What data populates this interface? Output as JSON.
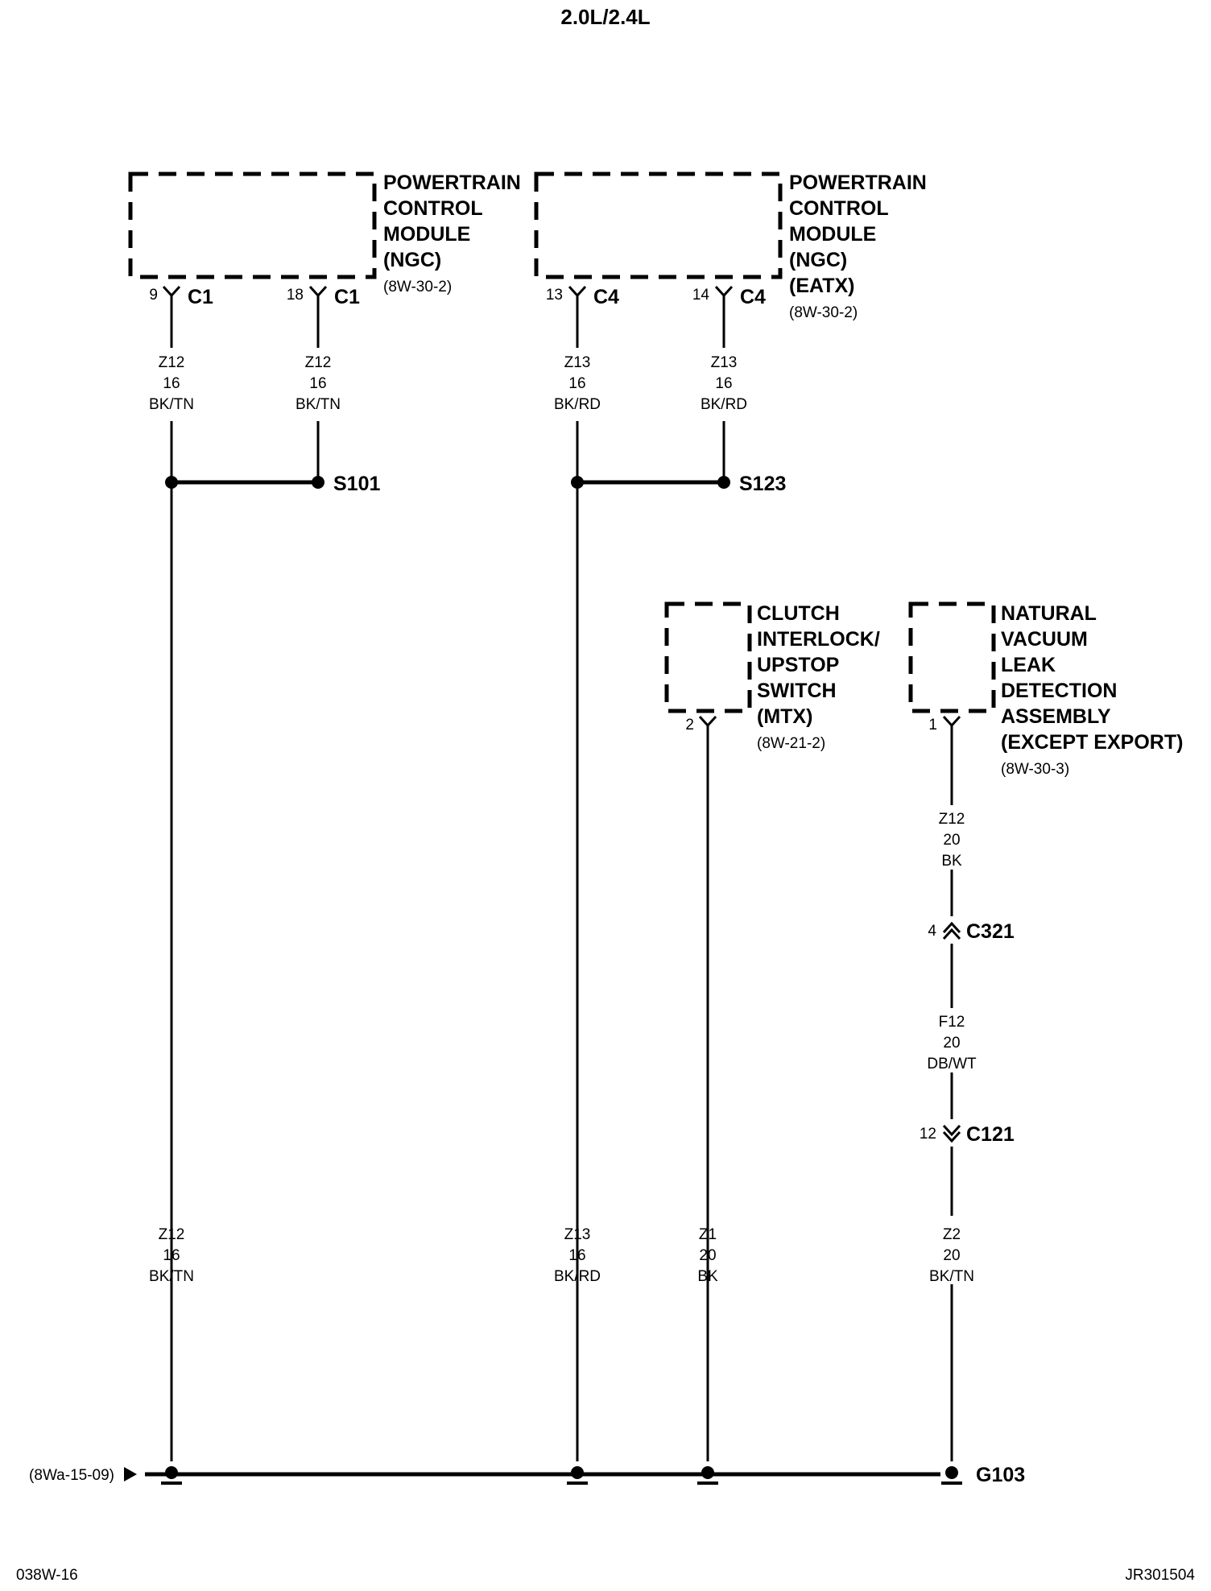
{
  "title": "2.0L/2.4L",
  "footer": {
    "left": "038W-16",
    "right": "JR301504"
  },
  "components": {
    "pcm1": {
      "lines": [
        "POWERTRAIN",
        "CONTROL",
        "MODULE",
        "(NGC)"
      ],
      "ref": "(8W-30-2)"
    },
    "pcm2": {
      "lines": [
        "POWERTRAIN",
        "CONTROL",
        "MODULE",
        "(NGC)",
        "(EATX)"
      ],
      "ref": "(8W-30-2)"
    },
    "clutch": {
      "lines": [
        "CLUTCH",
        "INTERLOCK/",
        "UPSTOP",
        "SWITCH",
        "(MTX)"
      ],
      "ref": "(8W-21-2)"
    },
    "nvld": {
      "lines": [
        "NATURAL",
        "VACUUM",
        "LEAK",
        "DETECTION",
        "ASSEMBLY",
        "(EXCEPT EXPORT)"
      ],
      "ref": "(8W-30-3)"
    }
  },
  "pins": {
    "p1": {
      "pin": "9",
      "conn": "C1"
    },
    "p2": {
      "pin": "18",
      "conn": "C1"
    },
    "p3": {
      "pin": "13",
      "conn": "C4"
    },
    "p4": {
      "pin": "14",
      "conn": "C4"
    },
    "p5": {
      "pin": "2"
    },
    "p6": {
      "pin": "1"
    }
  },
  "inline_connectors": {
    "c321": {
      "pin": "4",
      "name": "C321"
    },
    "c121": {
      "pin": "12",
      "name": "C121"
    }
  },
  "wires": {
    "w1": [
      "Z12",
      "16",
      "BK/TN"
    ],
    "w2": [
      "Z12",
      "16",
      "BK/TN"
    ],
    "w3": [
      "Z13",
      "16",
      "BK/RD"
    ],
    "w4": [
      "Z13",
      "16",
      "BK/RD"
    ],
    "w5": [
      "Z12",
      "20",
      "BK"
    ],
    "w6": [
      "F12",
      "20",
      "DB/WT"
    ],
    "w7": [
      "Z12",
      "16",
      "BK/TN"
    ],
    "w8": [
      "Z13",
      "16",
      "BK/RD"
    ],
    "w9": [
      "Z1",
      "20",
      "BK"
    ],
    "w10": [
      "Z2",
      "20",
      "BK/TN"
    ]
  },
  "splices": {
    "s101": "S101",
    "s123": "S123"
  },
  "ground": {
    "name": "G103",
    "ref": "(8Wa-15-09)"
  }
}
